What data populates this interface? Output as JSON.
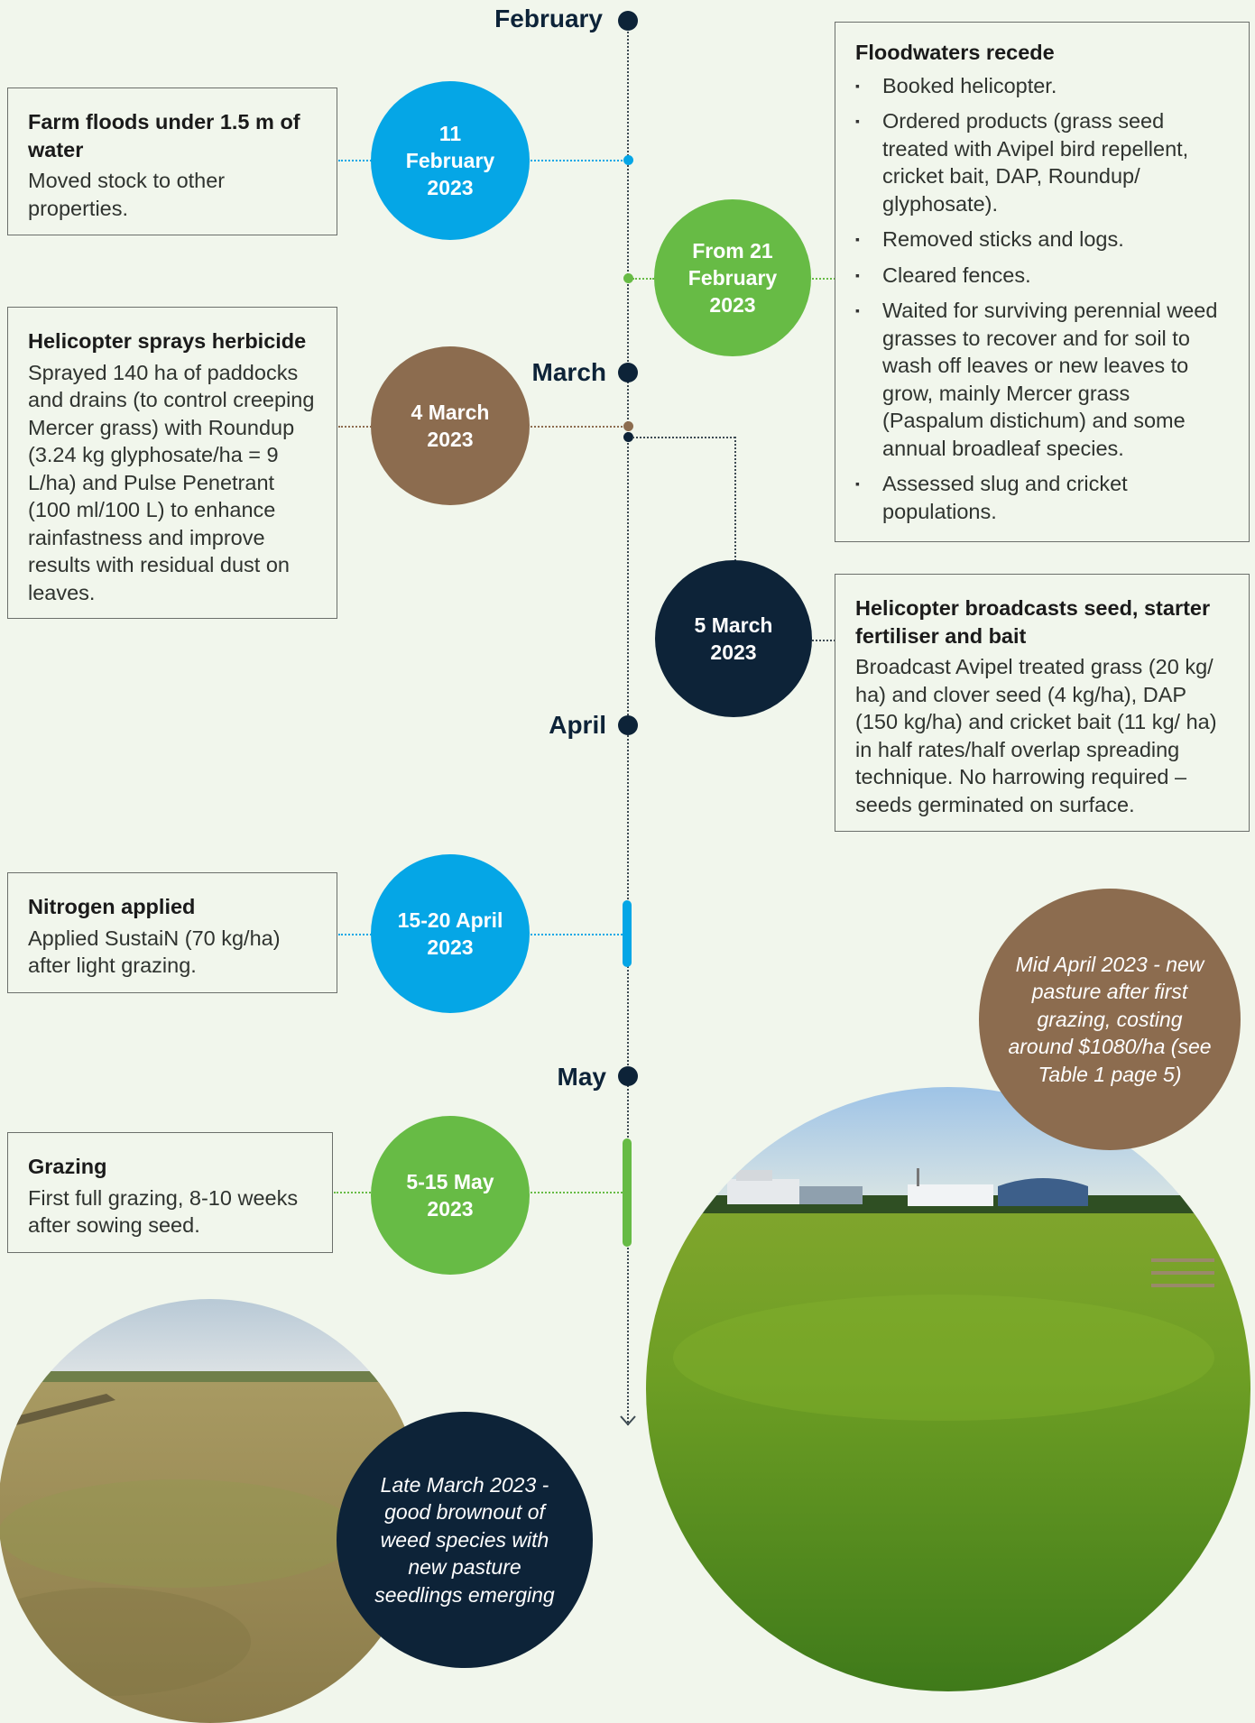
{
  "colors": {
    "navy": "#0d2338",
    "blue": "#05a6e6",
    "green": "#67bb45",
    "brown": "#8c6c4f",
    "background": "#f1f6ec"
  },
  "months": {
    "february": "February",
    "march": "March",
    "april": "April",
    "may": "May"
  },
  "events": {
    "flood": {
      "date": "11\nFebruary\n2023",
      "title": "Farm floods under 1.5 m of water",
      "body": "Moved stock to other properties."
    },
    "recede": {
      "date": "From 21\nFebruary\n2023",
      "title": "Floodwaters recede",
      "items": [
        "Booked helicopter.",
        "Ordered products (grass seed treated with Avipel bird repellent, cricket bait, DAP, Roundup/ glyphosate).",
        "Removed sticks and logs.",
        "Cleared fences.",
        "Waited for surviving perennial weed grasses to recover and for soil to wash off leaves or new leaves to grow, mainly Mercer grass (Paspalum distichum) and some annual broadleaf species.",
        "Assessed slug and cricket populations."
      ]
    },
    "herbicide": {
      "date": "4 March\n2023",
      "title": "Helicopter sprays herbicide",
      "body": "Sprayed 140 ha of paddocks and drains (to control creeping Mercer grass) with Roundup (3.24 kg glyphosate/ha = 9 L/ha) and Pulse Penetrant (100 ml/100 L) to enhance rainfastness and improve results with residual dust on leaves."
    },
    "seed": {
      "date": "5 March\n2023",
      "title": "Helicopter broadcasts seed, starter fertiliser and bait",
      "body": "Broadcast Avipel treated grass (20 kg/ ha) and clover seed (4 kg/ha), DAP (150 kg/ha) and cricket bait (11 kg/ ha) in half rates/half overlap spreading technique. No harrowing required – seeds germinated on surface."
    },
    "nitrogen": {
      "date": "15-20 April\n2023",
      "title": "Nitrogen applied",
      "body": "Applied SustaiN (70 kg/ha) after light grazing."
    },
    "grazing": {
      "date": "5-15 May\n2023",
      "title": "Grazing",
      "body": "First full grazing, 8-10 weeks after sowing seed."
    }
  },
  "captions": {
    "mid_april": "Mid April 2023 - new pasture after first grazing, costing around $1080/ha (see Table 1 page 5)",
    "late_march": "Late March 2023 - good brownout of weed species with new pasture seedlings emerging"
  }
}
